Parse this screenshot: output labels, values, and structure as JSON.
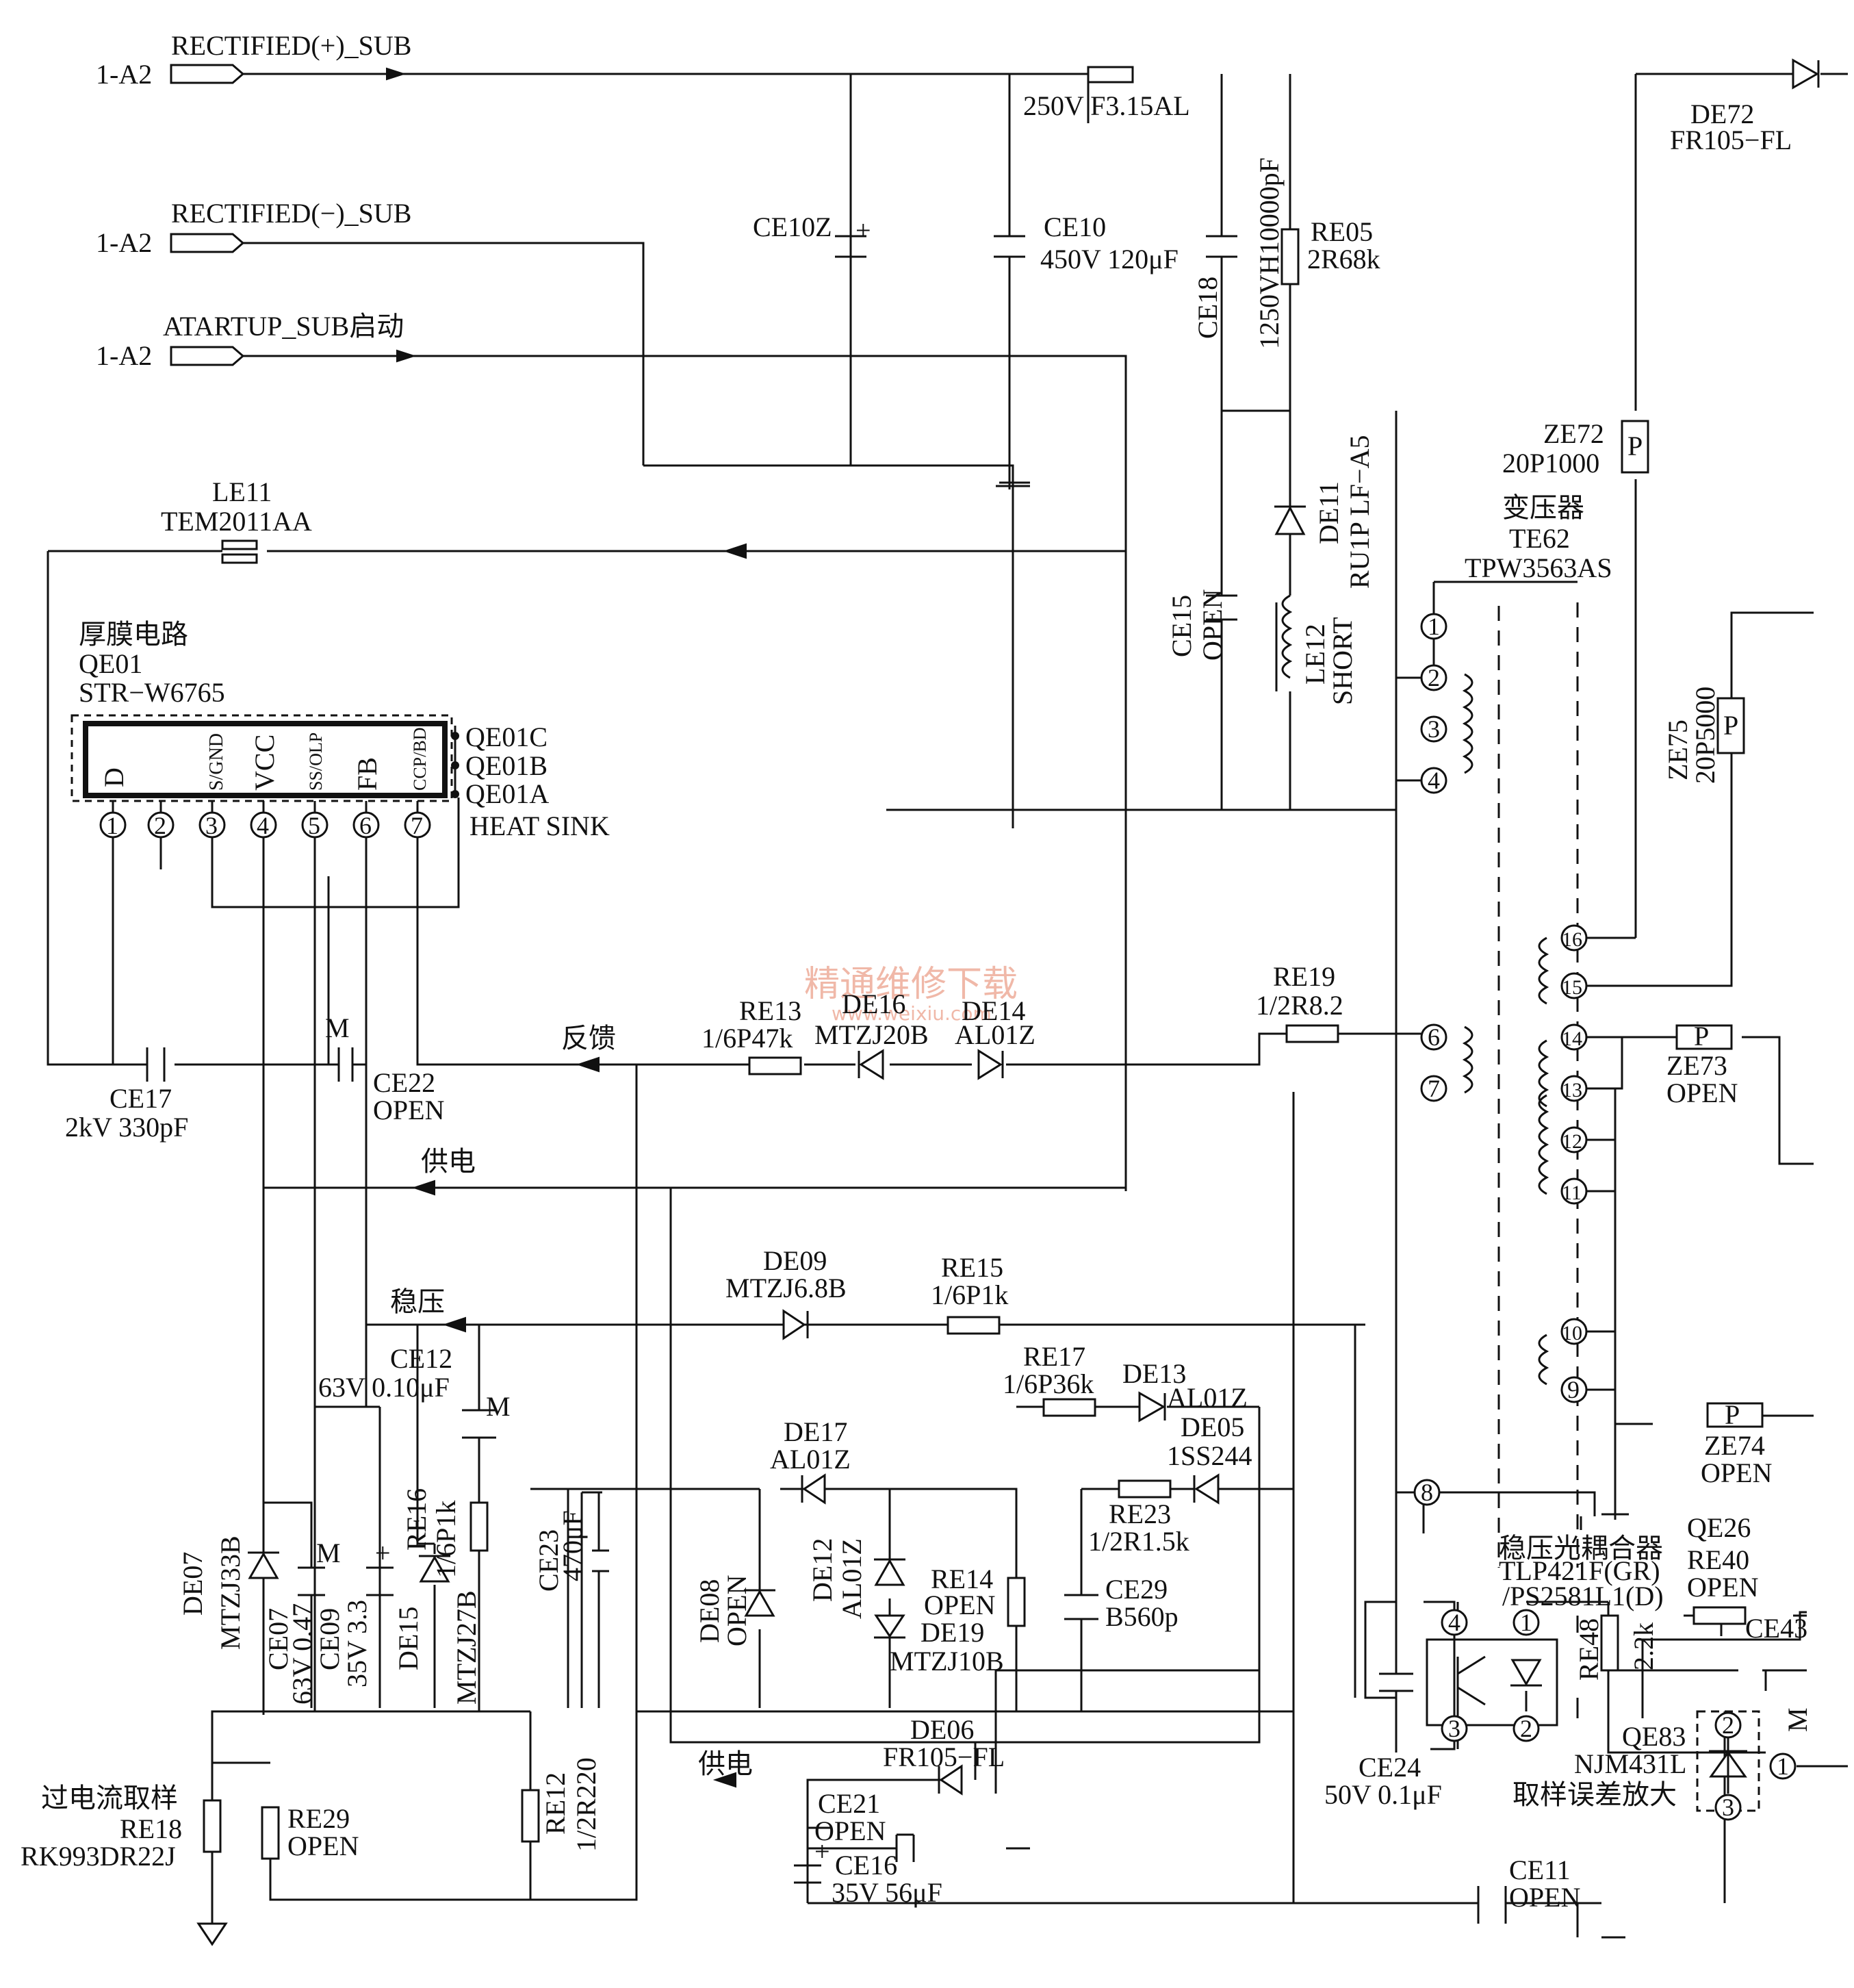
{
  "labels": {
    "conn_plus_ref": "1-A2",
    "conn_plus": "RECTIFIED(+)_SUB",
    "conn_minus_ref": "1-A2",
    "conn_minus": "RECTIFIED(−)_SUB",
    "conn_start_ref": "1-A2",
    "conn_start": "ATARTUP_SUB启动",
    "fuse": "250V F3.15AL",
    "de72_ref": "DE72",
    "de72_val": "FR105−FL",
    "ce10z": "CE10Z",
    "ce10_ref": "CE10",
    "ce10_val": "450V 120μF",
    "ce18_ref": "CE18",
    "ce18_val": "1250VH10000pF",
    "re05_ref": "RE05",
    "re05_val": "2R68k",
    "ze72_ref": "ZE72",
    "ze72_val": "20P1000",
    "de11_ref": "DE11",
    "de11_val": "RU1P LF−A5",
    "transformer_title": "变压器",
    "te62": "TE62",
    "tpw": "TPW3563AS",
    "le11_ref": "LE11",
    "le11_val": "TEM2011AA",
    "ic_title": "厚膜电路",
    "ic_ref": "QE01",
    "ic_part": "STR−W6765",
    "ce15_ref": "CE15",
    "ce15_val": "OPEN",
    "le12_ref": "LE12",
    "le12_val": "SHORT",
    "ze75_ref": "ZE75",
    "ze75_val": "20P5000",
    "qe01c": "QE01C",
    "qe01b": "QE01B",
    "qe01a": "QE01A",
    "heat_sink": "HEAT SINK",
    "pin_d": "D",
    "pin_sgnd": "S/GND",
    "pin_vcc": "VCC",
    "pin_ssolp": "SS/OLP",
    "pin_fb": "FB",
    "pin_ccpbd": "CCP/BD",
    "ic_pin1": "1",
    "ic_pin2": "2",
    "ic_pin3": "3",
    "ic_pin4": "4",
    "ic_pin5": "5",
    "ic_pin6": "6",
    "ic_pin7": "7",
    "watermark": "精通维修下载",
    "watermark_url": "www.weixiu.com",
    "re13_ref": "RE13",
    "re13_val": "1/6P47k",
    "de16_ref": "DE16",
    "de16_val": "MTZJ20B",
    "de14_ref": "DE14",
    "de14_val": "AL01Z",
    "re19_ref": "RE19",
    "re19_val": "1/2R8.2",
    "feedback": "反馈",
    "m1": "M",
    "ce17_ref": "CE17",
    "ce17_val": "2kV 330pF",
    "ce22_ref": "CE22",
    "ce22_val": "OPEN",
    "ze73_ref": "ZE73",
    "ze73_val": "OPEN",
    "supply1": "供电",
    "de09_ref": "DE09",
    "de09_val": "MTZJ6.8B",
    "re15_ref": "RE15",
    "re15_val": "1/6P1k",
    "regulate": "稳压",
    "ce12_ref": "CE12",
    "ce12_val": "63V 0.10μF",
    "m2": "M",
    "re17_ref": "RE17",
    "re17_val": "1/6P36k",
    "de13_ref": "DE13",
    "de13_val": "AL01Z",
    "de05_ref": "DE05",
    "de05_val": "1SS244",
    "de17_ref": "DE17",
    "de17_val": "AL01Z",
    "re23_ref": "RE23",
    "re23_val": "1/2R1.5k",
    "ze74_ref": "ZE74",
    "ze74_val": "OPEN",
    "optocoupler": "稳压光耦合器",
    "qe26": "QE26",
    "tlp": "TLP421F(GR)",
    "ps": "/PS2581L1(D)",
    "re40_ref": "RE40",
    "re40_val": "OPEN",
    "ce43": "CE43",
    "de07": "DE07",
    "mtzj33b": "MTZJ33B",
    "ce07_ref": "CE07",
    "ce07_val": "63V 0.47",
    "m3": "M",
    "ce09_ref": "CE09",
    "ce09_val": "35V 3.3",
    "re16_ref": "RE16",
    "re16_val": "1/6P1k",
    "de15_ref": "DE15",
    "de15_val": "MTZJ27B",
    "ce23_ref": "CE23",
    "ce23_val": "470μF",
    "de08_ref": "DE08",
    "de08_val": "OPEN",
    "de12_ref": "DE12",
    "de12_val": "AL01Z",
    "re14_ref": "RE14",
    "re14_val": "OPEN",
    "de19_ref": "DE19",
    "de19_val": "MTZJ10B",
    "ce29_ref": "CE29",
    "ce29_val": "B560p",
    "re48_ref": "RE48",
    "re48_val": "2.2k",
    "m4": "M",
    "ce24_ref": "CE24",
    "ce24_val": "50V 0.1μF",
    "qe83": "QE83",
    "njm": "NJM431L",
    "sample_amp": "取样误差放大",
    "overcurrent": "过电流取样",
    "re18_ref": "RE18",
    "re18_val": "RK993DR22J",
    "re29_ref": "RE29",
    "re29_val": "OPEN",
    "re12_ref": "RE12",
    "re12_val": "1/2R220",
    "de06_ref": "DE06",
    "de06_val": "FR105−FL",
    "supply2": "供电",
    "ce21_ref": "CE21",
    "ce21_val": "OPEN",
    "ce16_ref": "CE16",
    "ce16_val": "35V 56μF",
    "ce11_ref": "CE11",
    "ce11_val": "OPEN",
    "p_mark": "P",
    "plus": "+",
    "t_pin1": "1",
    "t_pin2": "2",
    "t_pin3": "3",
    "t_pin4": "4",
    "t_pin6": "6",
    "t_pin7": "7",
    "t_pin8": "8",
    "t_pin9": "9",
    "t_pin10": "10",
    "t_pin11": "11",
    "t_pin12": "12",
    "t_pin13": "13",
    "t_pin14": "14",
    "t_pin15": "15",
    "t_pin16": "16",
    "opto_pin1": "1",
    "opto_pin2": "2",
    "opto_pin3": "3",
    "opto_pin4": "4",
    "qe83_pin1": "1",
    "qe83_pin2": "2",
    "qe83_pin3": "3"
  }
}
